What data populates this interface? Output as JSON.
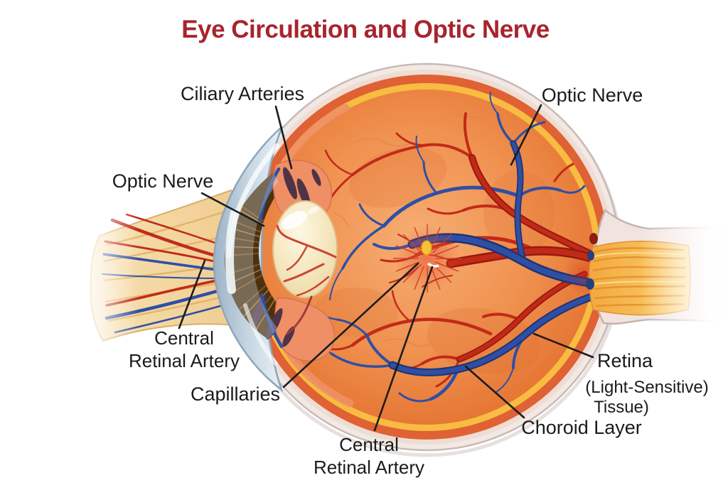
{
  "title": "Eye Circulation and Optic Nerve",
  "labels": {
    "ciliary_arteries": "Ciliary Arteries",
    "optic_nerve_left": "Optic Nerve",
    "optic_nerve_right": "Optic Nerve",
    "cra_left_1": "Central",
    "cra_left_2": "Retinal Artery",
    "capillaries": "Capillaries",
    "cra_bottom_1": "Central",
    "cra_bottom_2": "Retinal Artery",
    "retina_1": "Retina",
    "retina_2": "(Light-Sensitive)",
    "retina_3": "Tissue)",
    "choroid_layer": "Choroid Layer"
  },
  "colors": {
    "title": "#A8242E",
    "label": "#1B1B1B",
    "leader": "#1C1C1C",
    "artery": "#C22A18",
    "artery_dark": "#97190F",
    "vein": "#2F4FA5",
    "vein_dark": "#1D3474",
    "retina": "#EF8A4E",
    "choroid_yellow": "#F7BC41",
    "choroid_red": "#DF6134",
    "sclera": "#F2E9E5",
    "sclera_inner": "#EFDCD3",
    "ciliary": "#EF8F66",
    "iris": "#4C3110",
    "lens": "#F2E0B2",
    "cornea": "#B9CBD9",
    "nerve_fiber": "#F7C04F",
    "background": "#FFFFFF"
  }
}
